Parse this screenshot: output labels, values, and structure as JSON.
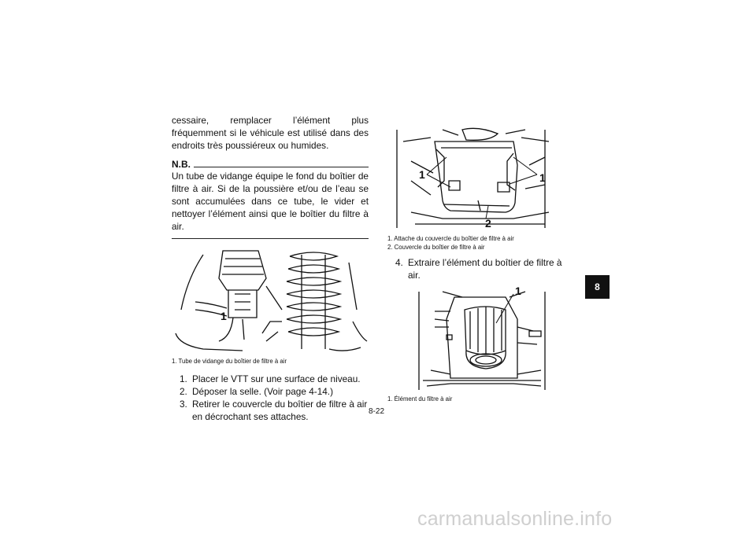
{
  "left": {
    "intro": "cessaire, remplacer l’élément plus fréquemment si le véhicule est utilisé dans des endroits très poussiéreux ou humides.",
    "nb_title": "N.B.",
    "nb_text": "Un tube de vidange équipe le fond du boîtier de filtre à air. Si de la poussière et/ou de l’eau se sont accumulées dans ce tube, le vider et nettoyer l’élément ainsi que le boîtier du filtre à air.",
    "fig1_callout": "1",
    "fig1_caption": "1. Tube de vidange du boîtier de filtre à air",
    "steps": [
      {
        "num": "1.",
        "text": "Placer le VTT sur une surface de niveau."
      },
      {
        "num": "2.",
        "text": "Déposer la selle. (Voir page 4-14.)"
      },
      {
        "num": "3.",
        "text": "Retirer le couvercle du boîtier de filtre à air en décrochant ses attaches."
      }
    ]
  },
  "right": {
    "fig2_callouts": [
      "1",
      "1",
      "2"
    ],
    "fig2_captions": [
      "1. Attache du couvercle du boîtier de filtre à air",
      "2. Couvercle du boîtier de filtre à air"
    ],
    "step4": {
      "num": "4.",
      "text": "Extraire l’élément du boîtier de filtre à air."
    },
    "fig3_callout": "1",
    "fig3_caption": "1. Élément du filtre à air"
  },
  "page_number": "8-22",
  "chapter_tab": "8",
  "watermark": "carmanualsonline.info"
}
